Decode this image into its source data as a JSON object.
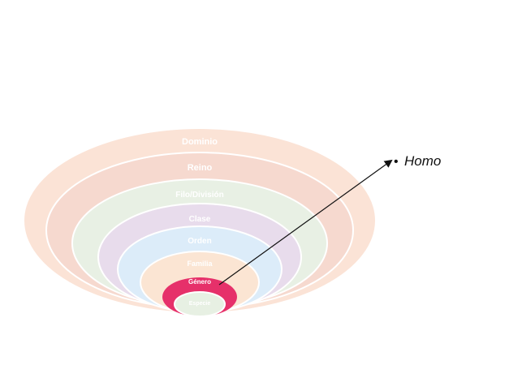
{
  "diagram": {
    "levels": [
      {
        "label": "Dominio",
        "color": "#fbe3d6",
        "highlight": false
      },
      {
        "label": "Reino",
        "color": "#f6d9cf",
        "highlight": false
      },
      {
        "label": "Filo/División",
        "color": "#e8f0e4",
        "highlight": false
      },
      {
        "label": "Clase",
        "color": "#e8dcec",
        "highlight": false
      },
      {
        "label": "Orden",
        "color": "#dcecf9",
        "highlight": false
      },
      {
        "label": "Familia",
        "color": "#fbe5d3",
        "highlight": false
      },
      {
        "label": "Género",
        "color": "#e6306a",
        "highlight": true
      },
      {
        "label": "Especie",
        "color": "#e7f0e3",
        "highlight": false
      }
    ],
    "callout": {
      "bullet": "•",
      "label": "Homo"
    },
    "colors": {
      "ring_border": "#ffffff",
      "arrow": "#111111"
    }
  }
}
